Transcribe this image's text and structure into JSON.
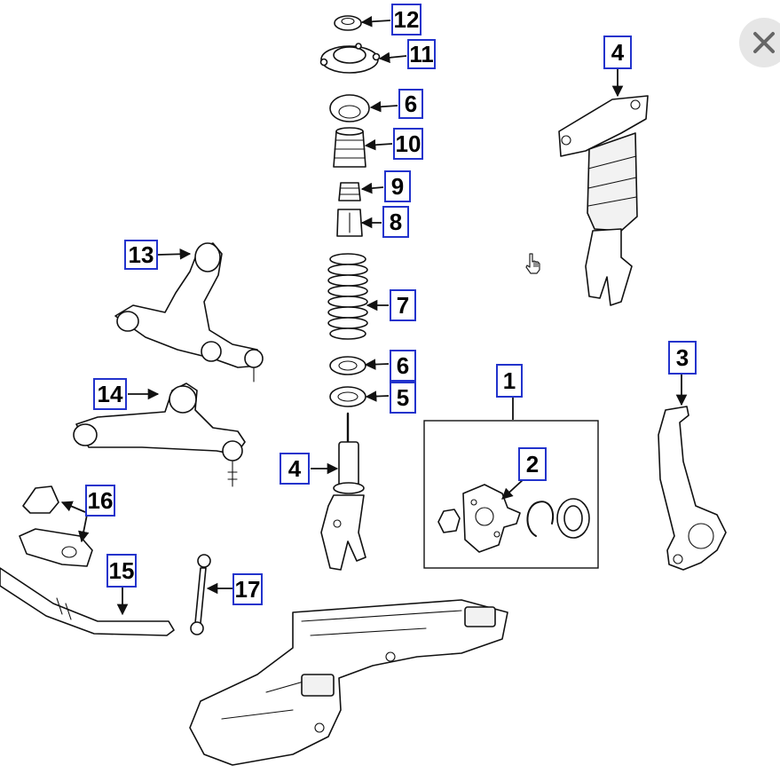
{
  "callouts": {
    "c1": "1",
    "c2": "2",
    "c3": "3",
    "c4_top": "4",
    "c4_strut": "4",
    "c5": "5",
    "c6_upper": "6",
    "c6_lower": "6",
    "c7": "7",
    "c8": "8",
    "c9": "9",
    "c10": "10",
    "c11": "11",
    "c12": "12",
    "c13": "13",
    "c14": "14",
    "c15": "15",
    "c16": "16",
    "c17": "17"
  },
  "icons": {
    "close": "close-icon",
    "cursor": "hand-pointer-icon"
  },
  "colors": {
    "callout_border": "#2233cc",
    "line": "#111111",
    "close_bg": "#e6e6e6"
  }
}
